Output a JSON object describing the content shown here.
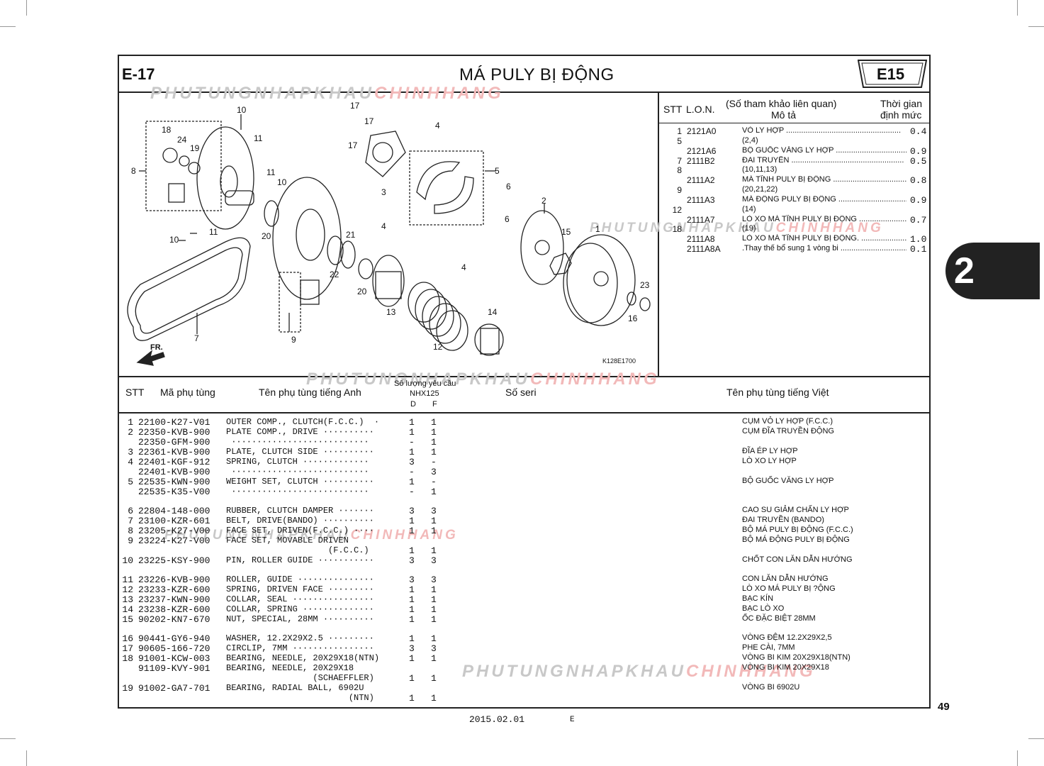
{
  "header": {
    "section_code": "E-17",
    "title": "MÁ PULY BỊ ĐỘNG",
    "group_code": "E15"
  },
  "watermark": {
    "part1": "PHUTUNGNHAPKHAU",
    "part2": "CHINHHANG"
  },
  "diagram": {
    "ref_code": "K128E1700",
    "direction_label": "FR.",
    "callouts": [
      "10",
      "11",
      "18",
      "24",
      "19",
      "8",
      "11",
      "10",
      "20",
      "10",
      "11",
      "17",
      "17",
      "17",
      "3",
      "4",
      "5",
      "6",
      "6",
      "2",
      "15",
      "1",
      "4",
      "4",
      "21",
      "22",
      "20",
      "13",
      "12",
      "9",
      "7",
      "14",
      "16",
      "23"
    ]
  },
  "labor_table": {
    "headers": {
      "stt": "STT",
      "lon": "L.O.N.",
      "desc_top": "(Số tham khảo liên quan)",
      "desc": "Mô tả",
      "time_top": "Thời gian",
      "time": "định mức"
    },
    "rows": [
      {
        "stt": "1",
        "lon": "2121A0",
        "desc": "VỎ LY HỢP",
        "time": "0.4"
      },
      {
        "stt": "5",
        "lon": "",
        "desc": "(2,4)",
        "time": ""
      },
      {
        "stt": "",
        "lon": "2121A6",
        "desc": "BỘ GUỐC VĂNG LY HỢP",
        "time": "0.9"
      },
      {
        "stt": "7",
        "lon": "2111B2",
        "desc": "ĐAI TRUYỀN",
        "time": "0.5"
      },
      {
        "stt": "8",
        "lon": "",
        "desc": "(10,11,13)",
        "time": ""
      },
      {
        "stt": "",
        "lon": "2111A2",
        "desc": "MÁ TĨNH PULY BỊ ĐỘNG",
        "time": "0.8"
      },
      {
        "stt": "9",
        "lon": "",
        "desc": "(20,21,22)",
        "time": ""
      },
      {
        "stt": "",
        "lon": "2111A3",
        "desc": "MÁ ĐỘNG PULY BỊ ĐỘNG",
        "time": "0.9"
      },
      {
        "stt": "12",
        "lon": "",
        "desc": "(14)",
        "time": ""
      },
      {
        "stt": "",
        "lon": "2111A7",
        "desc": "LÒ XO MÁ TĨNH PULY BỊ ĐỘNG",
        "time": "0.7"
      },
      {
        "stt": "18",
        "lon": "",
        "desc": "(19)",
        "time": ""
      },
      {
        "stt": "",
        "lon": "2111A8",
        "desc": "LÒ XO MÁ TĨNH PULY BỊ ĐỘNG.",
        "time": "1.0"
      },
      {
        "stt": "",
        "lon": "2111A8A",
        "desc": ".Thay thế bổ sung 1 vòng bi",
        "time": "0.1"
      }
    ]
  },
  "parts_table": {
    "headers": {
      "stt": "STT",
      "part_no": "Mã phụ tùng",
      "name_en": "Tên phụ tùng tiếng Anh",
      "qty_title": "Số lượng yêu cầu",
      "model": "NHX125",
      "col_d": "D",
      "col_f": "F",
      "serial": "Số seri",
      "name_vn": "Tên phụ tùng tiếng Việt"
    },
    "rows": [
      {
        "stt": "1",
        "part": "22100-K27-V01",
        "en": "OUTER COMP., CLUTCH(F.C.C.)  ·",
        "d": "1",
        "f": "1",
        "vn": "CỤM VỎ LY HỢP (F.C.C.)"
      },
      {
        "stt": "2",
        "part": "22350-KVB-900",
        "en": "PLATE COMP., DRIVE ··········",
        "d": "1",
        "f": "1",
        "vn": "CỤM ĐĨA TRUYỀN ĐỘNG"
      },
      {
        "stt": "",
        "part": "22350-GFM-900",
        "en": " ···························",
        "d": "-",
        "f": "1",
        "vn": ""
      },
      {
        "stt": "3",
        "part": "22361-KVB-900",
        "en": "PLATE, CLUTCH SIDE ··········",
        "d": "1",
        "f": "1",
        "vn": "ĐĨA ÉP LY HỢP"
      },
      {
        "stt": "4",
        "part": "22401-KGF-912",
        "en": "SPRING, CLUTCH ·············",
        "d": "3",
        "f": "-",
        "vn": "LÒ XO LY HỢP"
      },
      {
        "stt": "",
        "part": "22401-KVB-900",
        "en": " ···························",
        "d": "-",
        "f": "3",
        "vn": ""
      },
      {
        "stt": "5",
        "part": "22535-KWN-900",
        "en": "WEIGHT SET, CLUTCH ··········",
        "d": "1",
        "f": "-",
        "vn": "BỘ GUỐC VĂNG LY HỢP"
      },
      {
        "stt": "",
        "part": "22535-K35-V00",
        "en": " ···························",
        "d": "-",
        "f": "1",
        "vn": ""
      },
      {
        "stt": "6",
        "part": "22804-148-000",
        "en": "RUBBER, CLUTCH DAMPER ·······",
        "d": "3",
        "f": "3",
        "vn": "CAO SU GIẢM CHẤN LY HỢP"
      },
      {
        "stt": "7",
        "part": "23100-KZR-601",
        "en": "BELT, DRIVE(BANDO) ··········",
        "d": "1",
        "f": "1",
        "vn": "ĐAI TRUYỀN (BANDO)"
      },
      {
        "stt": "8",
        "part": "23205-K27-V00",
        "en": "FACE SET, DRIVEN(F.C.C.) ····",
        "d": "1",
        "f": "1",
        "vn": "BỘ MÁ PULY BỊ ĐỘNG (F.C.C.)"
      },
      {
        "stt": "9",
        "part": "23224-K27-V00",
        "en": "FACE SET, MOVABLE DRIVEN",
        "d": "",
        "f": "",
        "vn": "BỘ MÁ ĐỘNG PULY BỊ ĐỘNG"
      },
      {
        "stt": "",
        "part": "",
        "en": "                    (F.C.C.)",
        "d": "1",
        "f": "1",
        "vn": ""
      },
      {
        "stt": "10",
        "part": "23225-KSY-900",
        "en": "PIN, ROLLER GUIDE ···········",
        "d": "3",
        "f": "3",
        "vn": "CHỐT CON LĂN DẪN HƯỚNG"
      },
      {
        "stt": "11",
        "part": "23226-KVB-900",
        "en": "ROLLER, GUIDE ···············",
        "d": "3",
        "f": "3",
        "vn": "CON LĂN DẪN HƯỚNG"
      },
      {
        "stt": "12",
        "part": "23233-KZR-600",
        "en": "SPRING, DRIVEN FACE ·········",
        "d": "1",
        "f": "1",
        "vn": "LÒ XO MÁ PULY BỊ ?ỘNG"
      },
      {
        "stt": "13",
        "part": "23237-KWN-900",
        "en": "COLLAR, SEAL ················",
        "d": "1",
        "f": "1",
        "vn": "BẠC KÍN"
      },
      {
        "stt": "14",
        "part": "23238-KZR-600",
        "en": "COLLAR, SPRING ··············",
        "d": "1",
        "f": "1",
        "vn": "BẠC LÒ XO"
      },
      {
        "stt": "15",
        "part": "90202-KN7-670",
        "en": "NUT, SPECIAL, 28MM ··········",
        "d": "1",
        "f": "1",
        "vn": "ỐC ĐẶC BIỆT 28MM"
      },
      {
        "stt": "16",
        "part": "90441-GY6-940",
        "en": "WASHER, 12.2X29X2.5 ·········",
        "d": "1",
        "f": "1",
        "vn": "VÒNG ĐỆM 12.2X29X2,5"
      },
      {
        "stt": "17",
        "part": "90605-166-720",
        "en": "CIRCLIP, 7MM ················",
        "d": "3",
        "f": "3",
        "vn": "PHE CÀI, 7MM"
      },
      {
        "stt": "18",
        "part": "91001-KCW-003",
        "en": "BEARING, NEEDLE, 20X29X18(NTN)",
        "d": "1",
        "f": "1",
        "vn": "VÒNG BI KIM 20X29X18(NTN)"
      },
      {
        "stt": "",
        "part": "91109-KVY-901",
        "en": "BEARING, NEEDLE, 20X29X18",
        "d": "",
        "f": "",
        "vn": "VÒNG BI KIM 20X29X18"
      },
      {
        "stt": "",
        "part": "",
        "en": "                 (SCHAEFFLER)",
        "d": "1",
        "f": "1",
        "vn": ""
      },
      {
        "stt": "19",
        "part": "91002-GA7-701",
        "en": "BEARING, RADIAL BALL, 6902U",
        "d": "",
        "f": "",
        "vn": "VÒNG BI 6902U"
      },
      {
        "stt": "",
        "part": "",
        "en": "                        (NTN)",
        "d": "1",
        "f": "1",
        "vn": ""
      }
    ]
  },
  "footer": {
    "page_number": "49",
    "date": "2015.02.01",
    "edition": "E"
  },
  "side_tab": {
    "label": "2"
  }
}
